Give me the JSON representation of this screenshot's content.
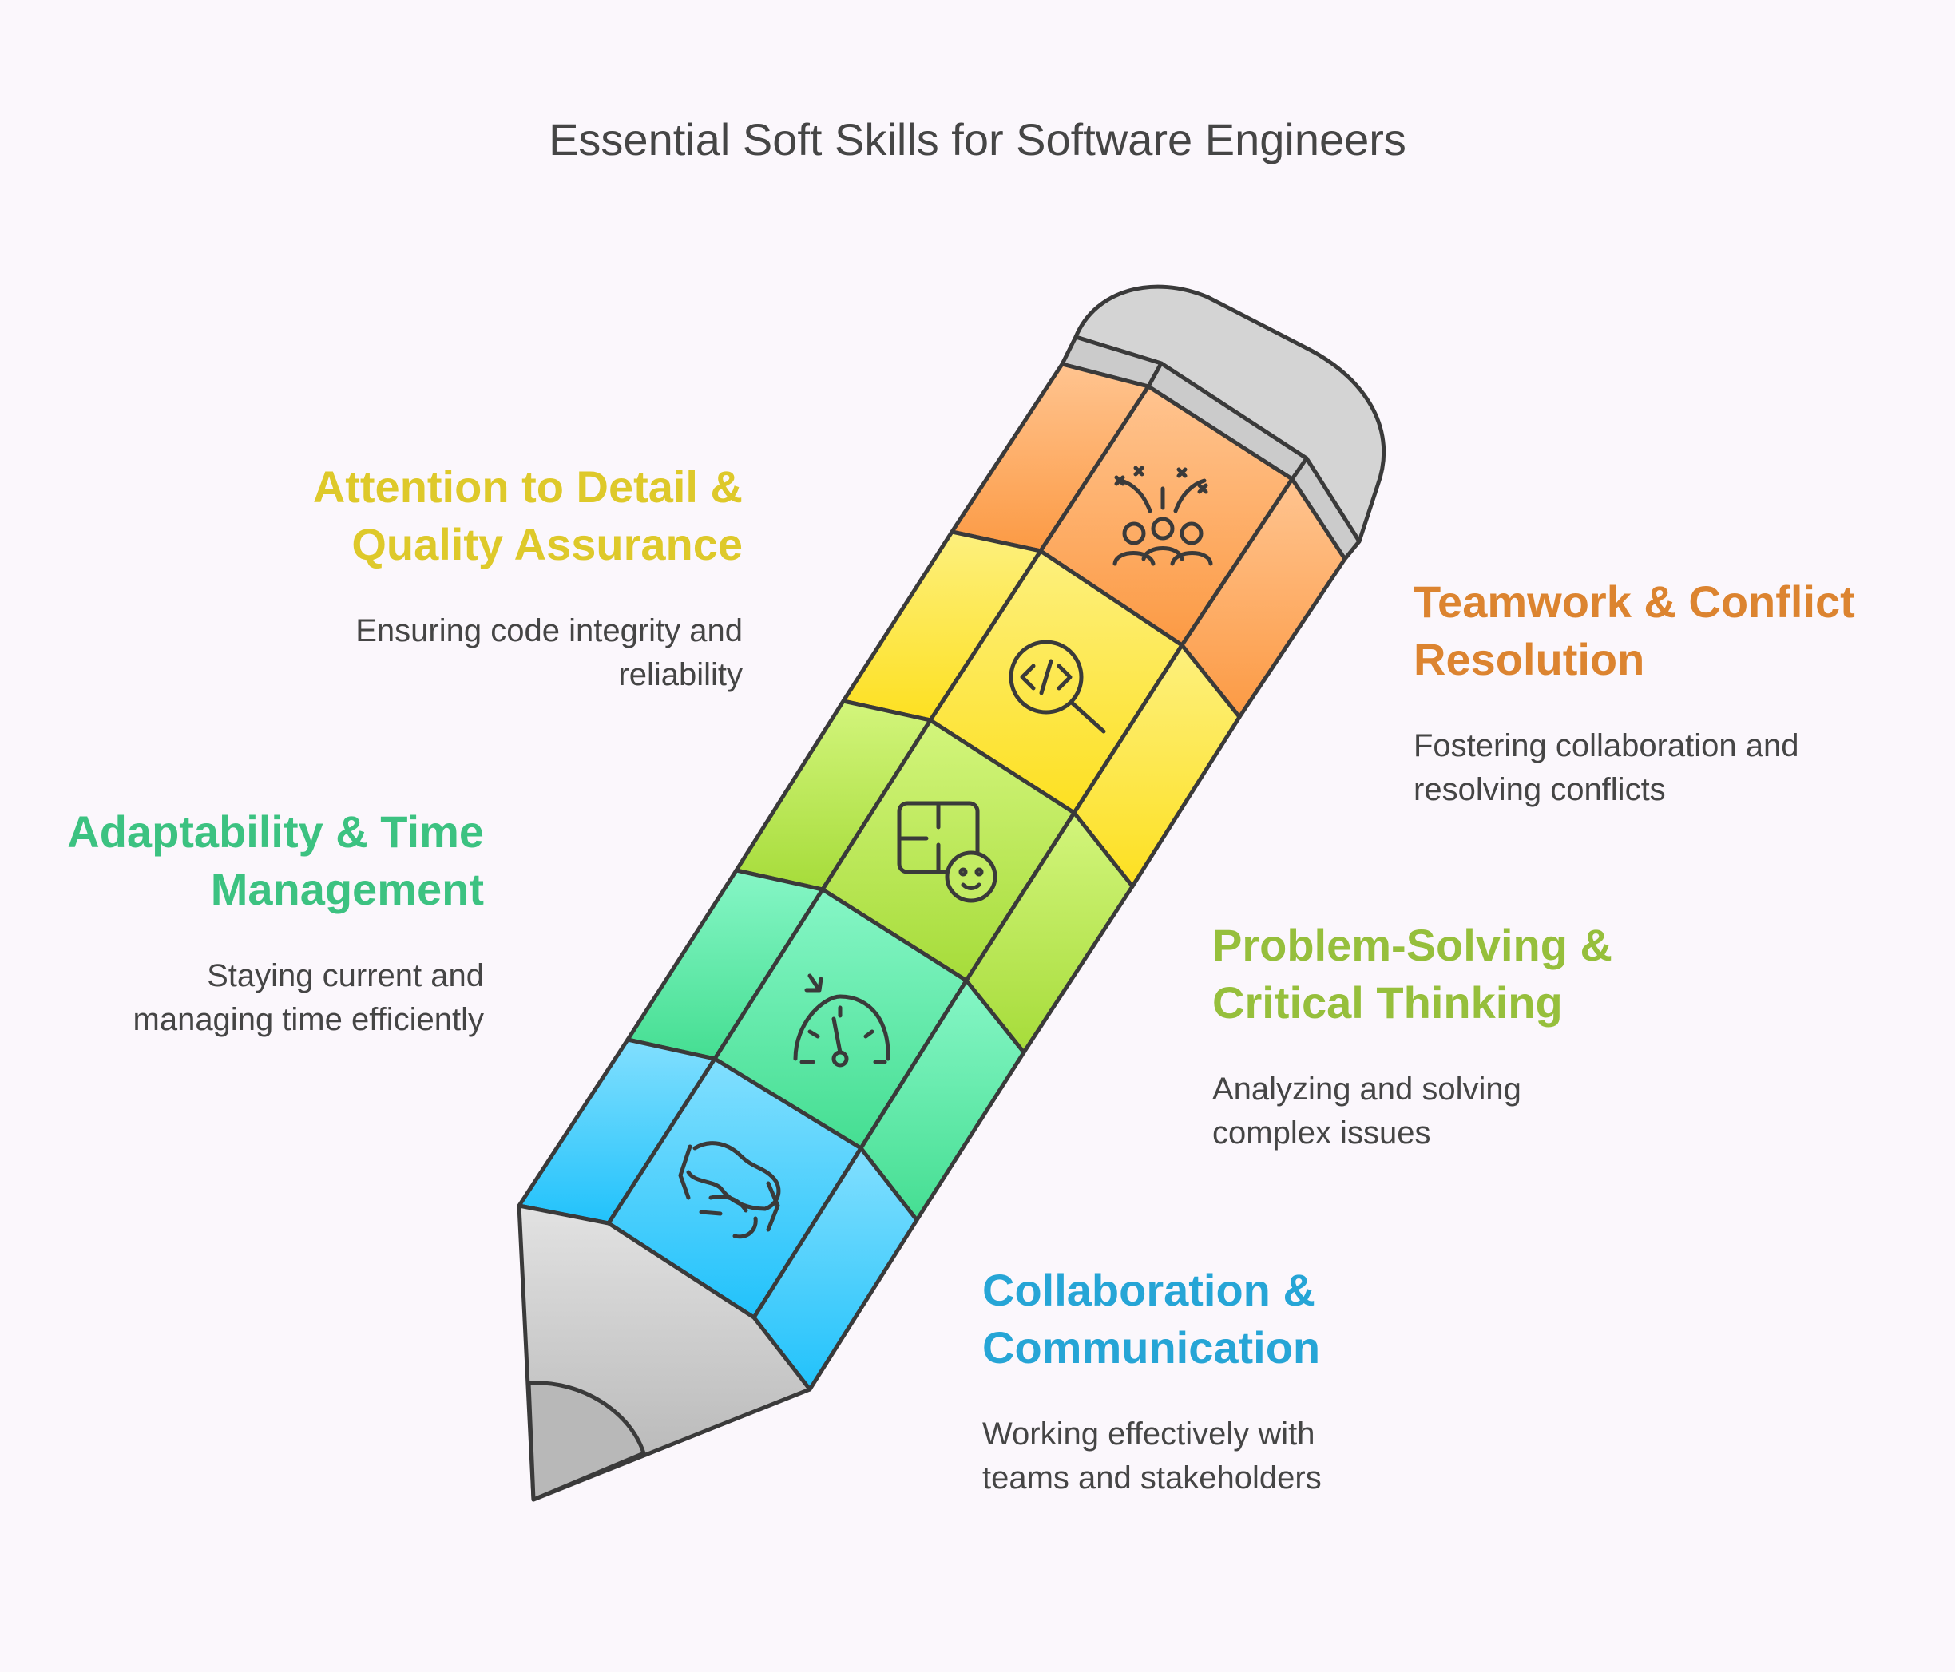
{
  "title": "Essential Soft Skills for Software Engineers",
  "skills": [
    {
      "name": "Teamwork & Conflict Resolution",
      "line1": "Teamwork & Conflict",
      "line2": "Resolution",
      "desc1": "Fostering collaboration and",
      "desc2": "resolving conflicts",
      "color": "#dc8430",
      "icon": "team-celebration-icon"
    },
    {
      "name": "Attention to Detail & Quality Assurance",
      "line1": "Attention to Detail &",
      "line2": "Quality Assurance",
      "desc1": "Ensuring code integrity and",
      "desc2": "reliability",
      "color": "#dec92a",
      "icon": "code-magnifier-icon"
    },
    {
      "name": "Problem-Solving & Critical Thinking",
      "line1": "Problem-Solving &",
      "line2": "Critical Thinking",
      "desc1": "Analyzing and solving",
      "desc2": "complex issues",
      "color": "#96bf3c",
      "icon": "puzzle-thinking-icon"
    },
    {
      "name": "Adaptability & Time Management",
      "line1": "Adaptability & Time",
      "line2": "Management",
      "desc1": "Staying current and",
      "desc2": "managing time efficiently",
      "color": "#3cc281",
      "icon": "speedometer-icon"
    },
    {
      "name": "Collaboration & Communication",
      "line1": "Collaboration &",
      "line2": "Communication",
      "desc1": "Working effectively with",
      "desc2": "teams and stakeholders",
      "color": "#26a5d6",
      "icon": "handshake-icon"
    }
  ]
}
